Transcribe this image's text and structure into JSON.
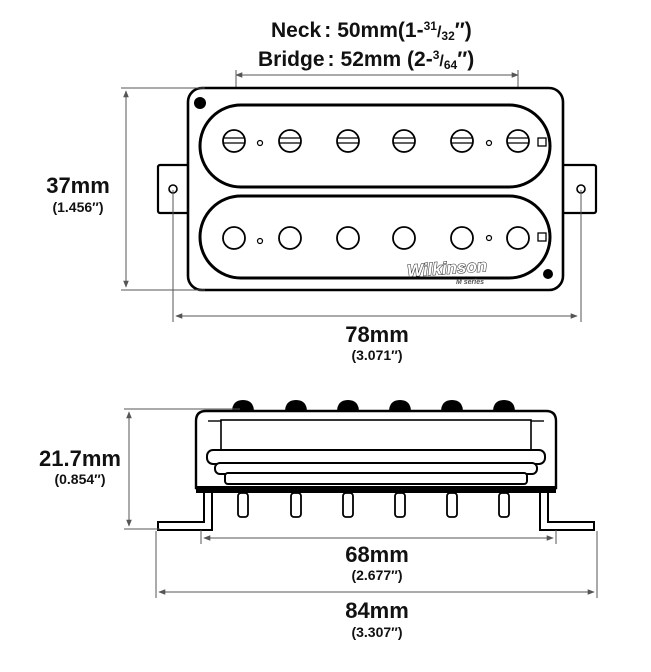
{
  "spec": {
    "neck_label": "Neck",
    "neck_sep": ":",
    "neck_value": "50mm(1-",
    "neck_sup": "31",
    "neck_slash": "/",
    "neck_sub": "32",
    "neck_close": "″)",
    "bridge_label": "Bridge",
    "bridge_sep": ":",
    "bridge_value": "52mm (2-",
    "bridge_sup": "3",
    "bridge_slash": "/",
    "bridge_sub": "64",
    "bridge_close": "″)"
  },
  "dimensions": {
    "height_mm": "37mm",
    "height_in": "(1.456″)",
    "top_width_mm": "78mm",
    "top_width_in": "(3.071″)",
    "side_height_mm": "21.7mm",
    "side_height_in": "(0.854″)",
    "base_width_mm": "68mm",
    "base_width_in": "(2.677″)",
    "total_width_mm": "84mm",
    "total_width_in": "(3.307″)"
  },
  "brand": {
    "name": "Wilkinson",
    "series": "M series"
  }
}
